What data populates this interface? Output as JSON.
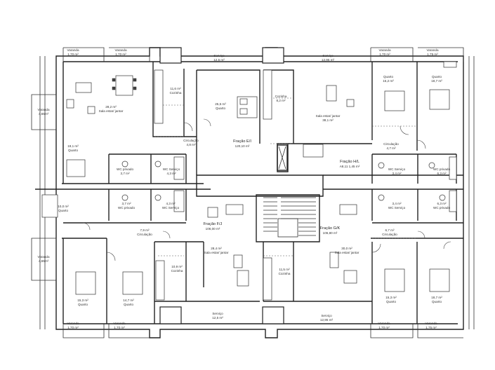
{
  "plan": {
    "labels": {
      "varanda_tl1": "Varanda",
      "varanda_tl1_area": "1,70 m²",
      "varanda_tl2": "Varanda",
      "varanda_tl2_area": "1,70 m²",
      "servico_tl": "Serviço",
      "servico_tl_area": "12,5 m²",
      "servico_tr": "Serviço",
      "servico_tr_area": "12,95 m²",
      "varanda_tr1": "Varanda",
      "varanda_tr1_area": "1,70 m²",
      "varanda_tr2": "Varanda",
      "varanda_tr2_area": "1,75 m²",
      "sala_tl_area": "28,2 m²",
      "sala_tl": "Sala estar/ jantar",
      "cozinha_tl_area": "11,6 m²",
      "cozinha_tl": "Cozinha",
      "quarto_tc_area": "25,5 m²",
      "quarto_tc": "Quarto",
      "fracao_e": "Fração E/I",
      "fracao_e_area": "120,10 m²",
      "cozinha_tr_area": "8,2 m²",
      "cozinha_tr": "Cozinha",
      "sala_tr_area": "38,1 m²",
      "sala_tr": "Sala estar/ jantar",
      "quarto_tr1_area": "15,2 m²",
      "quarto_tr1": "Quarto",
      "quarto_tr2_area": "18,7 m²",
      "quarto_tr2": "Quarto",
      "varanda_l": "Varanda",
      "varanda_l_area": "4,65m²",
      "circ_tl": "Circulação",
      "circ_tl_area": "4,8 m²",
      "circ_tr": "Circulação",
      "circ_tr_area": "4,7 m²",
      "quarto_ml_area": "19,1 m²",
      "quarto_ml": "Quarto",
      "wcp_tl_area": "3,7 m²",
      "wcp_tl": "WC privado",
      "wcs_tl": "WC Serviço",
      "wcs_tl_area": "4,3 m²",
      "fracao_h": "Fração H/L",
      "fracao_h_area": "A8,11 1,45 m²",
      "wcs_tr": "WC Serviço",
      "wcs_tr_area": "3,4 m²",
      "wcp_tr": "WC privado",
      "wcp_tr_area": "6,3 m²",
      "quarto_mb_area": "10,0 m²",
      "quarto_mb": "Quarto",
      "wcp_bl_area": "3,7 m²",
      "wcp_bl": "WC privado",
      "wcs_bl_area": "4,3 m²",
      "wcs_bl": "WC Serviço",
      "fracao_f": "Fração F/J",
      "fracao_f_area": "106,00 m²",
      "fracao_g": "Fração G/K",
      "fracao_g_area": "106,80 m²",
      "wcs_br_area": "3,4 m²",
      "wcs_br": "WC Serviço",
      "wcp_br_area": "6,3 m²",
      "wcp_br": "WC privado",
      "circ_bl_area": "7,9 m²",
      "circ_bl": "Circulação",
      "circ_br_area": "6,7 m²",
      "circ_br": "Circulação",
      "varanda_l2": "Varanda",
      "varanda_l2_area": "4,65m²",
      "sala_bl_area": "28,4 m²",
      "sala_bl": "Sala estar/ jantar",
      "sala_br_area": "30,0 m²",
      "sala_br": "Sala estar/ jantar",
      "cozinha_bl_area": "10,9 m²",
      "cozinha_bl": "Cozinha",
      "cozinha_br_area": "11,5 m²",
      "cozinha_br": "Cozinha",
      "quarto_bl1_area": "15,3 m²",
      "quarto_bl1": "Quarto",
      "quarto_bl2_area": "14,7 m²",
      "quarto_bl2": "Quarto",
      "quarto_br1_area": "15,3 m²",
      "quarto_br1": "Quarto",
      "quarto_br2_area": "18,7 m²",
      "quarto_br2": "Quarto",
      "servico_bl": "Serviço",
      "servico_bl_area": "12,5 m²",
      "servico_br": "Serviço",
      "servico_br_area": "12,95 m²",
      "varanda_bl1": "Varanda",
      "varanda_bl1_area": "1,70 m²",
      "varanda_bl2": "Varanda",
      "varanda_bl2_area": "1,70 m²",
      "varanda_br1": "Varanda",
      "varanda_br1_area": "1,70 m²",
      "varanda_br2": "Varanda",
      "varanda_br2_area": "1,75 m²"
    }
  }
}
